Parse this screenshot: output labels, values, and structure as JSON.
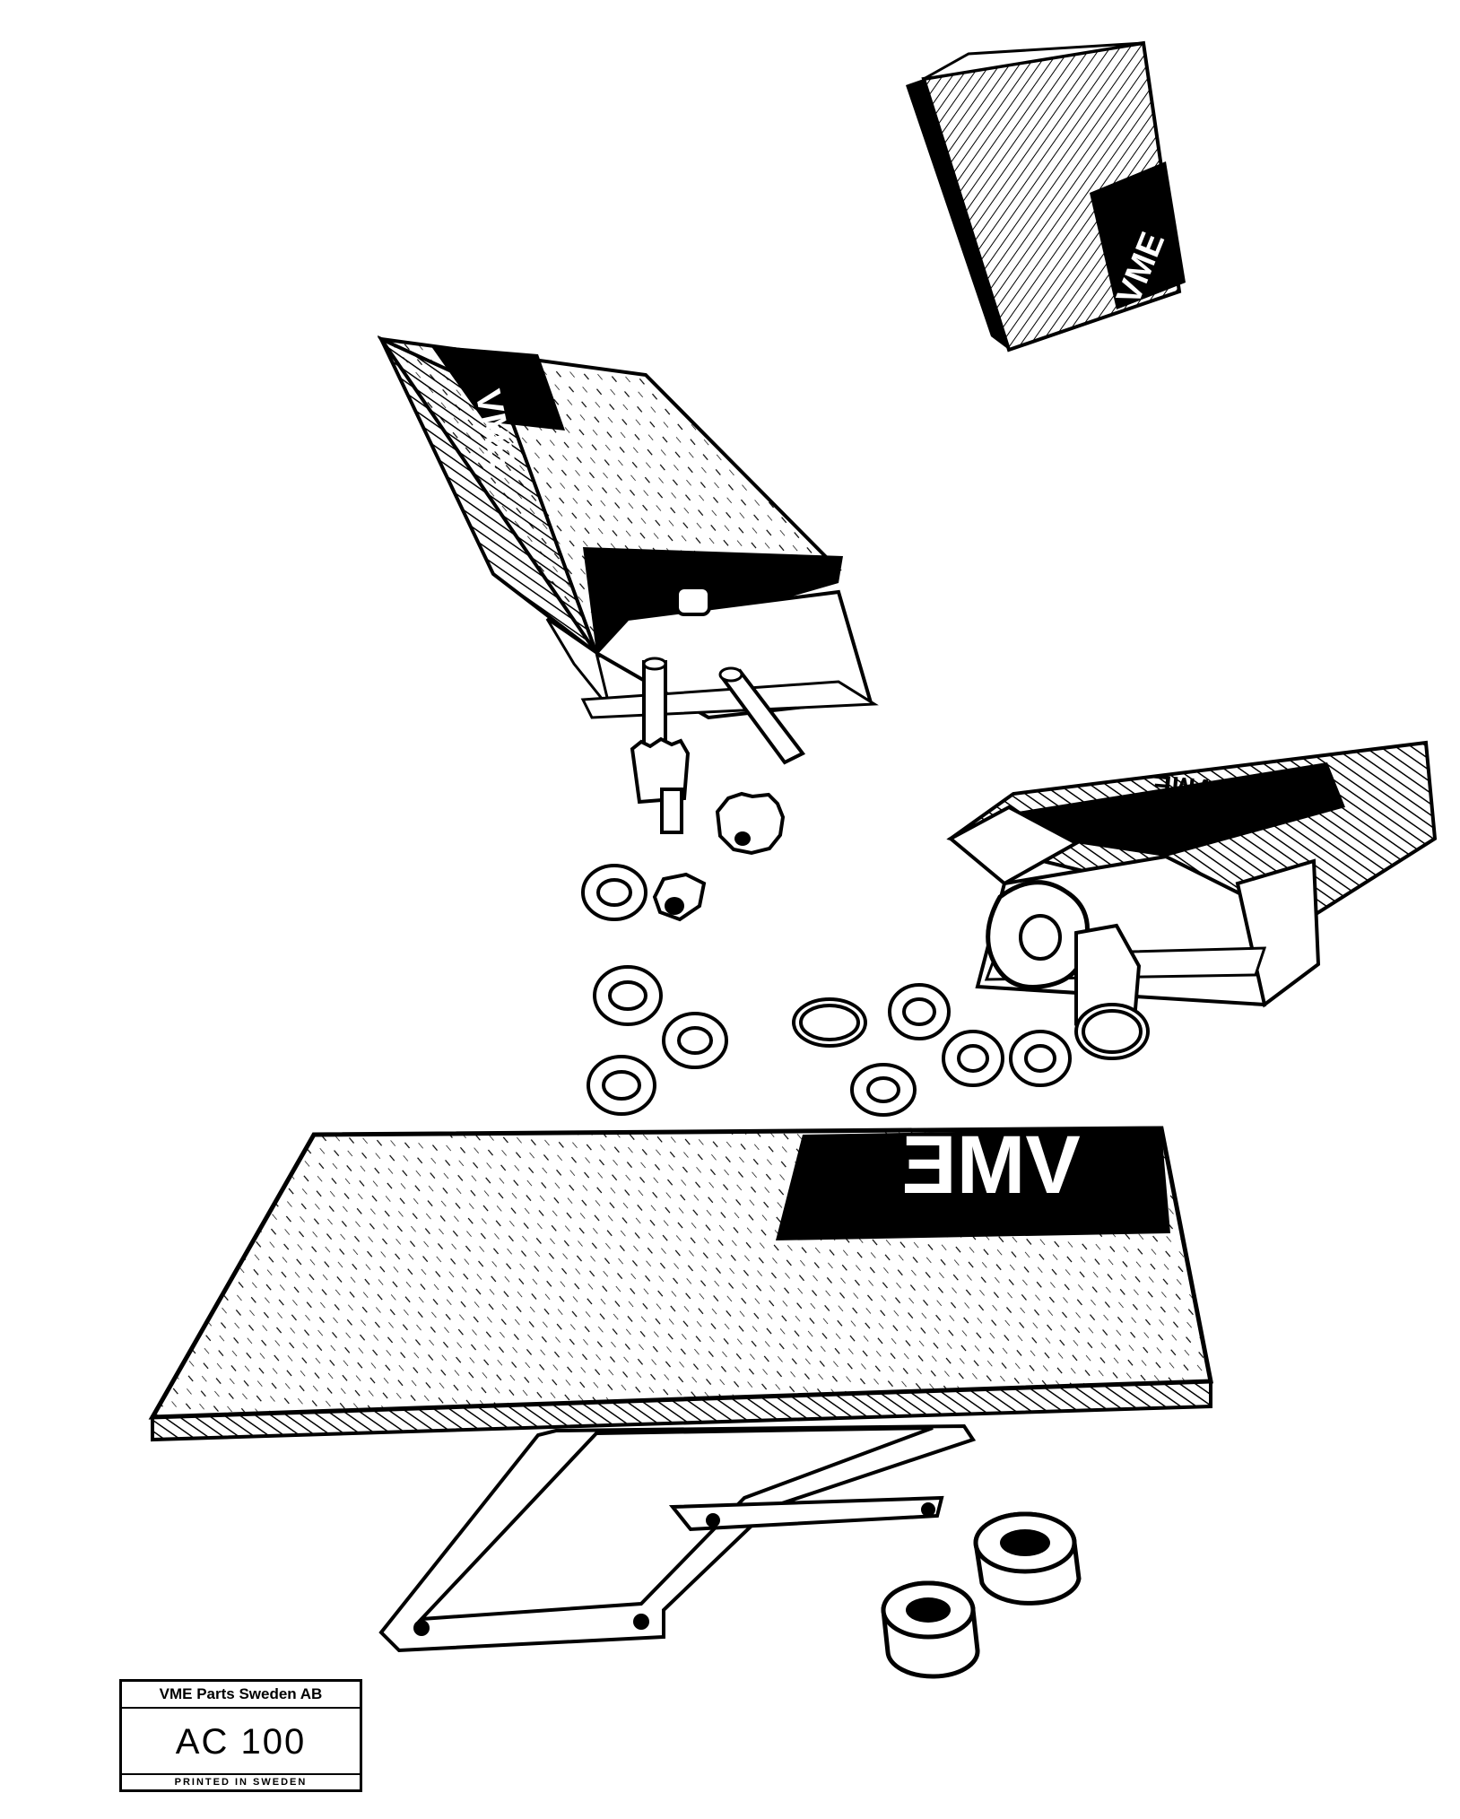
{
  "brand": "VME",
  "title_block": {
    "company": "VME Parts Sweden AB",
    "code": "AC 100",
    "printed": "PRINTED IN SWEDEN"
  },
  "colors": {
    "ink": "#000000",
    "paper": "#ffffff"
  },
  "illustration": {
    "description_icons": [
      "closed-box",
      "open-box-spilling-parts",
      "open-box-with-flange",
      "flat-gasket-envelope",
      "gasket-frames",
      "ball-bearings",
      "washers",
      "gears",
      "pins"
    ]
  }
}
